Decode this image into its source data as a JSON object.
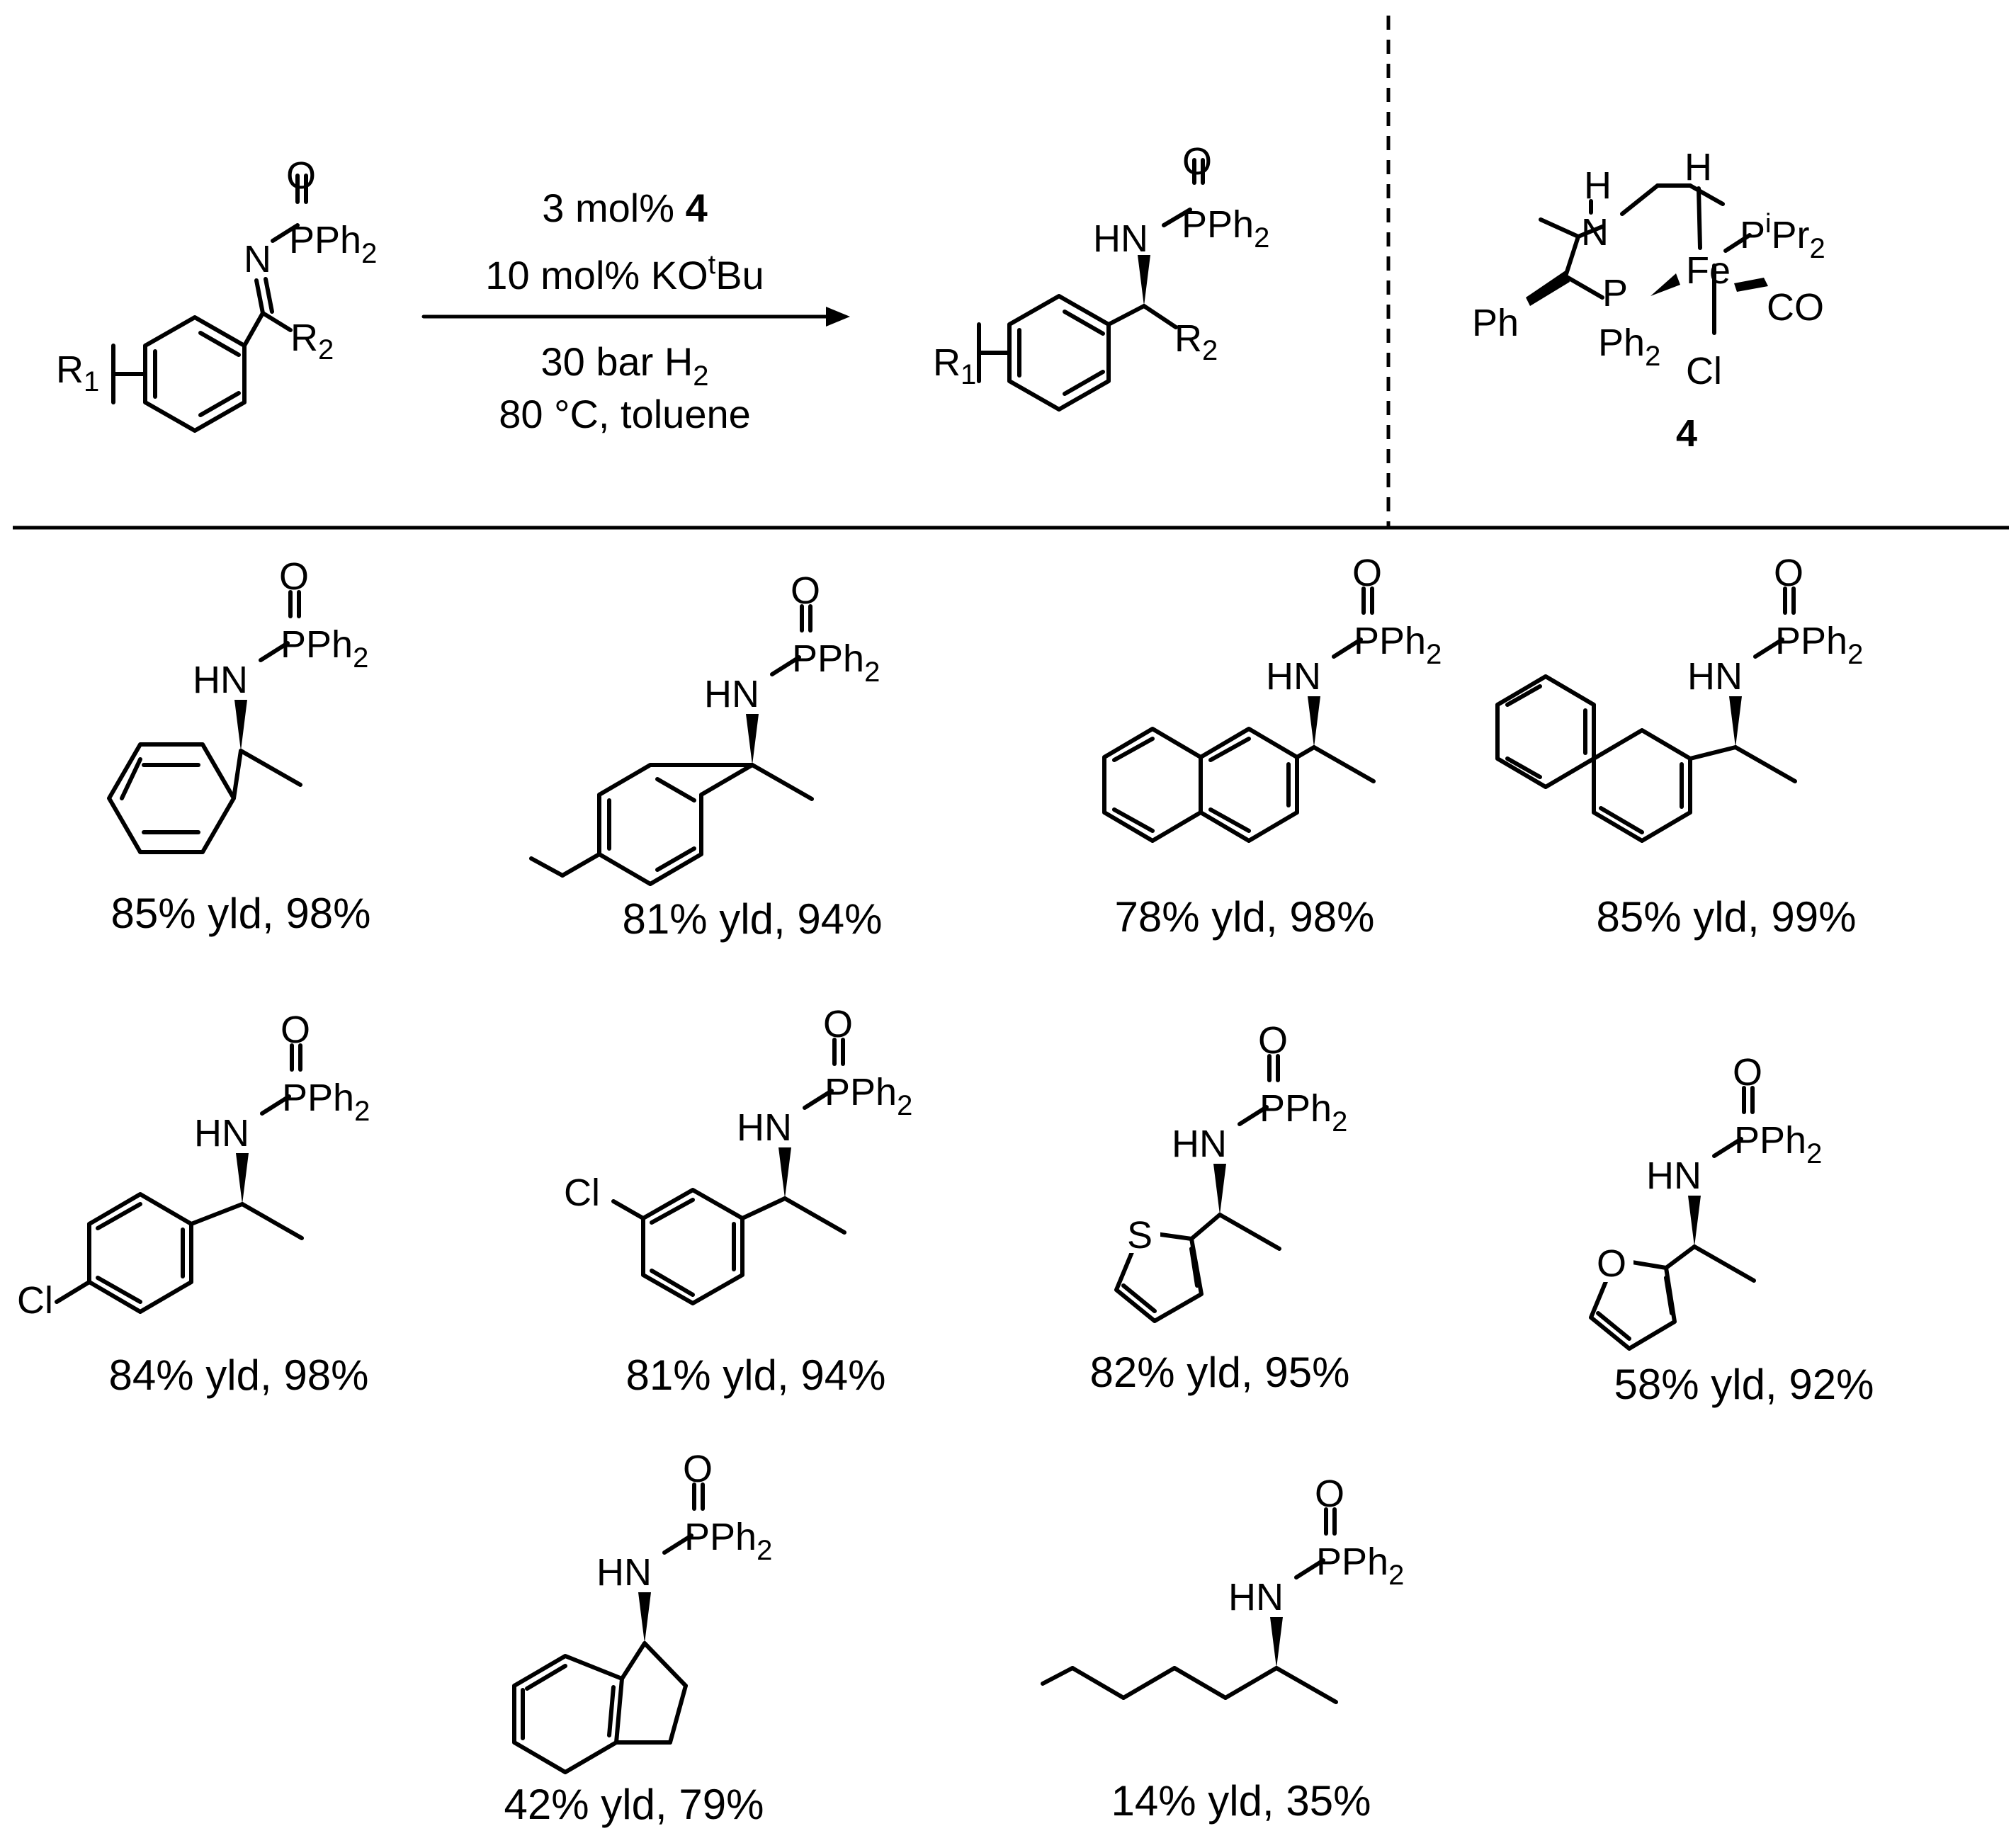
{
  "reaction": {
    "conditions": [
      {
        "pre": "3 mol% ",
        "num": "4"
      },
      {
        "pre": "10 mol% KO",
        "sup": "t",
        "post": "Bu"
      },
      {
        "pre": "30 bar H",
        "sub": "2"
      },
      {
        "pre": "80 °C, toluene"
      }
    ],
    "catalyst_number": "4"
  },
  "atoms": {
    "O": "O",
    "P": "P",
    "N": "N",
    "H": "H",
    "Fe": "Fe",
    "Cl": "Cl",
    "S": "S",
    "HN": "HN",
    "PPh": "PPh",
    "Ph": "Ph",
    "Pi_P": "P",
    "Pi_i": "i",
    "Pi_Pr": "Pr",
    "CO": "CO",
    "R": "R",
    "one": "1",
    "two": "2"
  },
  "substrates": [
    {
      "yield": "85% yld, 98%"
    },
    {
      "yield": "81% yld, 94%"
    },
    {
      "yield": "78% yld, 98%"
    },
    {
      "yield": "85% yld, 99%"
    },
    {
      "yield": "84% yld, 98%"
    },
    {
      "yield": "81% yld, 94%"
    },
    {
      "yield": "82% yld, 95%"
    },
    {
      "yield": "58% yld, 92%"
    },
    {
      "yield": "42% yld, 79%"
    },
    {
      "yield": "14% yld, 35%"
    }
  ]
}
